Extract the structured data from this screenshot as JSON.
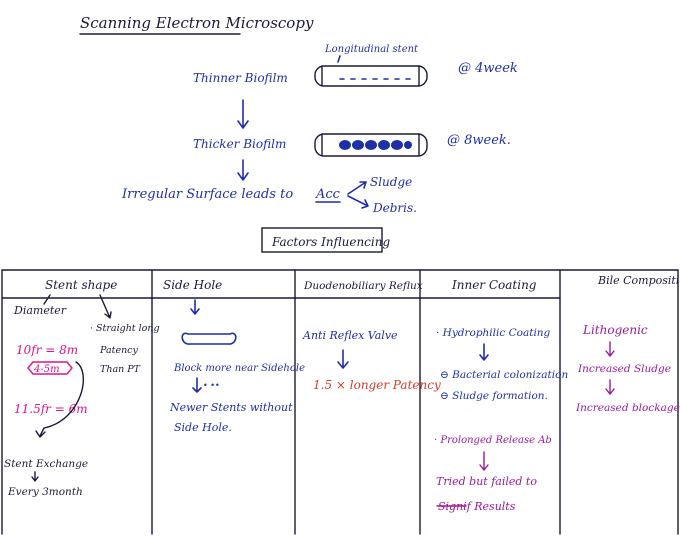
{
  "title": "Scanning Electron Microscopy",
  "top": {
    "thinner_label": "Thinner Biofilm",
    "longitudinal_label": "Longitudinal stent",
    "week4": "@ 4week",
    "thicker_label": "Thicker Biofilm",
    "week8": "@ 8week.",
    "irregular_text": "Irregular Surface leads to",
    "acc": "Acc",
    "sludge": "Sludge",
    "debris": "Debris."
  },
  "factors_title": "Factors Influencing",
  "columns": [
    {
      "header": "Stent shape"
    },
    {
      "header": "Side Hole"
    },
    {
      "header": "Duodenobiliary Reflux"
    },
    {
      "header": "Inner Coating"
    },
    {
      "header": "Bile Composition"
    }
  ],
  "col1": {
    "diameter": "Diameter",
    "straight1": "· Straight long",
    "straight2": "Patency",
    "straight3": "Than PT",
    "fr10": "10fr = 8m",
    "range": "4-5m",
    "fr115": "11.5fr = 6m",
    "exchange": "Stent Exchange",
    "every": "Every 3month"
  },
  "col2": {
    "block": "Block more near Sidehole",
    "dots": "• ••",
    "newer1": "Newer Stents without",
    "newer2": "Side Hole."
  },
  "col3": {
    "anti": "Anti Reflex Valve",
    "longer": "1.5 × longer Patency"
  },
  "col4": {
    "hydro": "· Hydrophilic Coating",
    "bact": "⊖ Bacterial colonization",
    "sludgef": "⊖ Sludge formation.",
    "prolonged": "· Prolonged Release Ab",
    "tried1": "Tried but failed to",
    "tried2": "Signif Results"
  },
  "col5": {
    "litho": "Lithogenic",
    "inc_sludge": "Increased Sludge",
    "inc_block": "Increased blockage."
  }
}
